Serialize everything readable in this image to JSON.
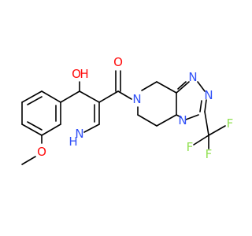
{
  "molecule": {
    "atom_labels": {
      "hydroxyl_o": "O",
      "hydroxyl_h": "H",
      "carbonyl_o": "O",
      "amide_n": "N",
      "nh_n": "N",
      "nh_h": "H",
      "methoxy_o": "O",
      "triazole_n1": "N",
      "triazole_n2": "N",
      "triazole_n4": "N",
      "f1": "F",
      "f2": "F",
      "f3": "F"
    },
    "colors": {
      "bond": "#000000",
      "oxygen": "#ff0d0d",
      "nitrogen": "#3050f8",
      "fluorine": "#90e050"
    }
  }
}
